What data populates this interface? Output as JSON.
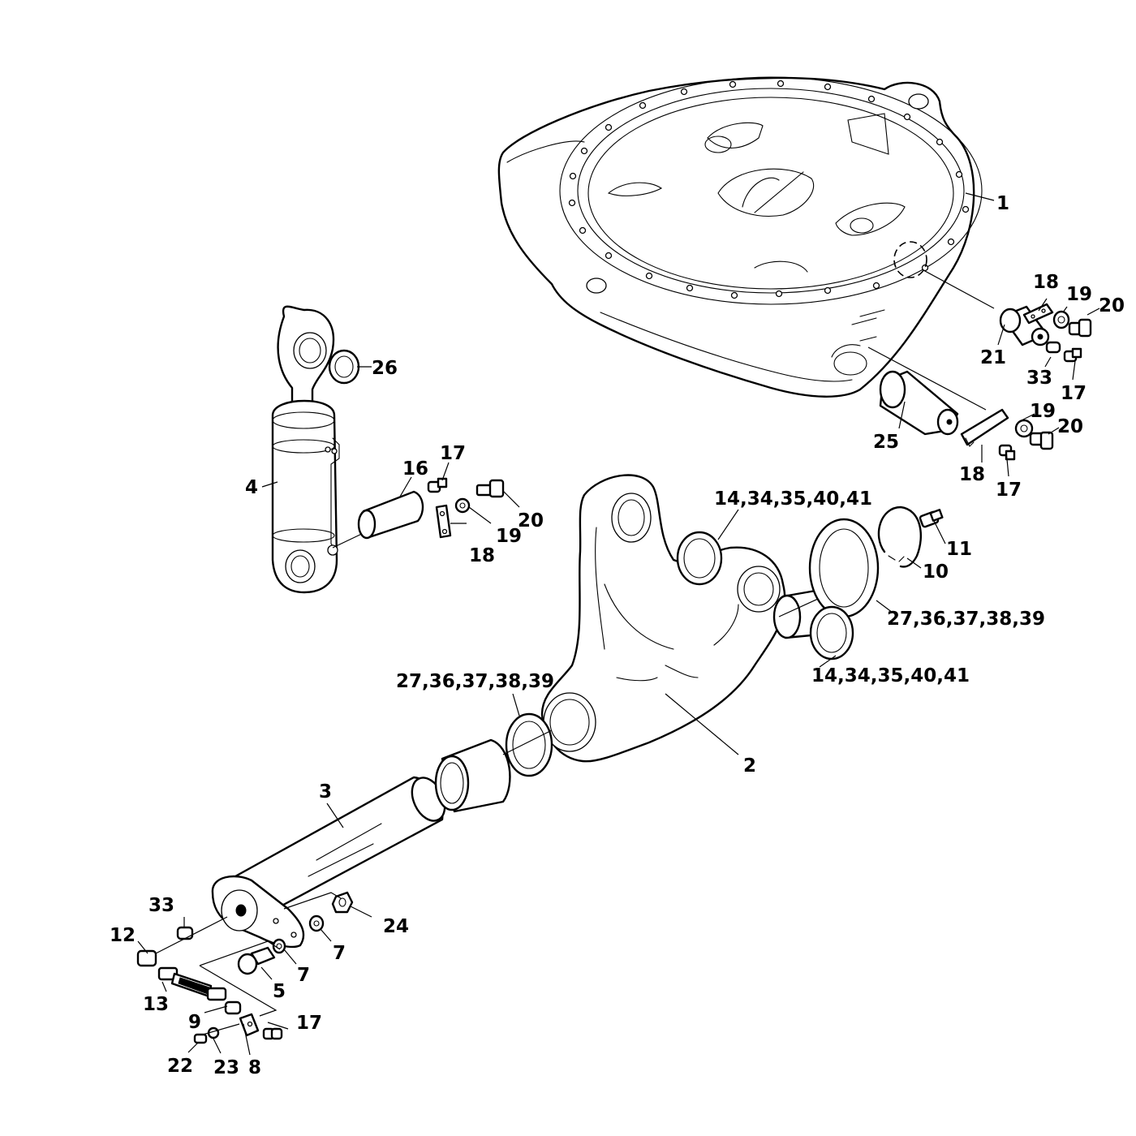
{
  "callouts": {
    "c1": "1",
    "c2": "2",
    "c3": "3",
    "c4": "4",
    "c5": "5",
    "c7a": "7",
    "c7b": "7",
    "c8": "8",
    "c9": "9",
    "c10": "10",
    "c11": "11",
    "c12": "12",
    "c13": "13",
    "c14a": "14,34,35,40,41",
    "c14b": "14,34,35,40,41",
    "c16": "16",
    "c17a": "17",
    "c17b": "17",
    "c17c": "17",
    "c17d": "17",
    "c18a": "18",
    "c18b": "18",
    "c18c": "18",
    "c19a": "19",
    "c19b": "19",
    "c19c": "19",
    "c20a": "20",
    "c20b": "20",
    "c20c": "20",
    "c21": "21",
    "c22": "22",
    "c23": "23",
    "c24": "24",
    "c25": "25",
    "c26": "26",
    "c27a": "27,36,37,38,39",
    "c27b": "27,36,37,38,39",
    "c33a": "33",
    "c33b": "33"
  }
}
